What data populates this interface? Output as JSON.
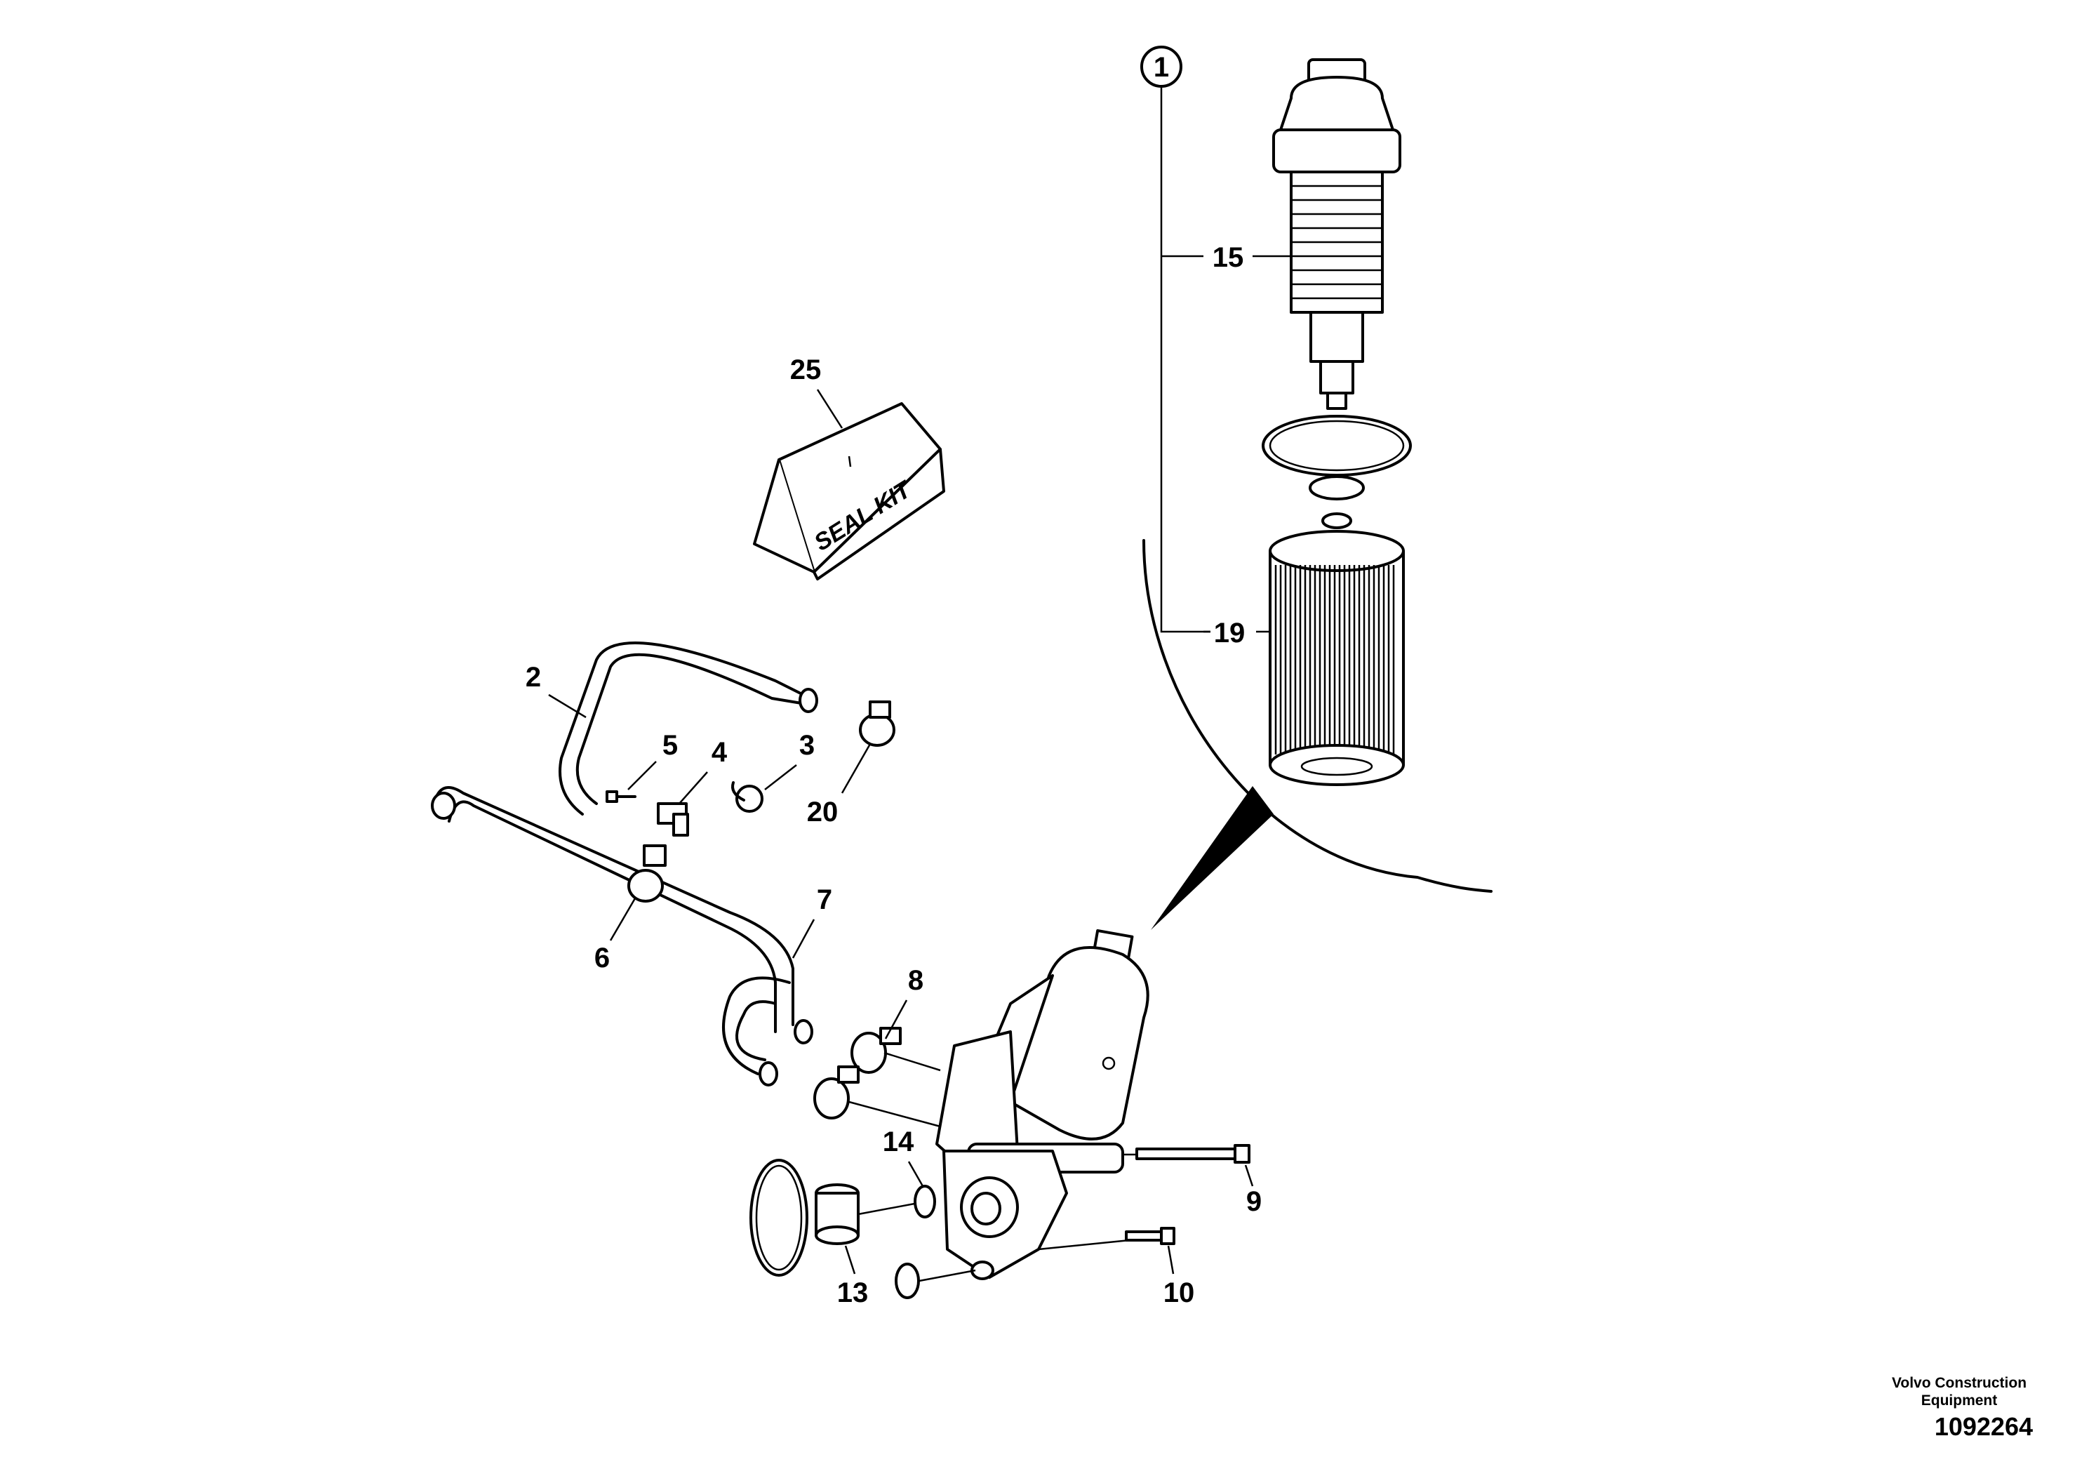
{
  "callouts": {
    "c1": "1",
    "c2": "2",
    "c3": "3",
    "c4": "4",
    "c5": "5",
    "c6": "6",
    "c7": "7",
    "c8": "8",
    "c9": "9",
    "c10": "10",
    "c13": "13",
    "c14": "14",
    "c15": "15",
    "c19": "19",
    "c20": "20",
    "c25": "25"
  },
  "seal_kit_label": "SEAL KIT",
  "footer": {
    "company_line1": "Volvo Construction",
    "company_line2": "Equipment",
    "drawing_number": "1092264"
  }
}
